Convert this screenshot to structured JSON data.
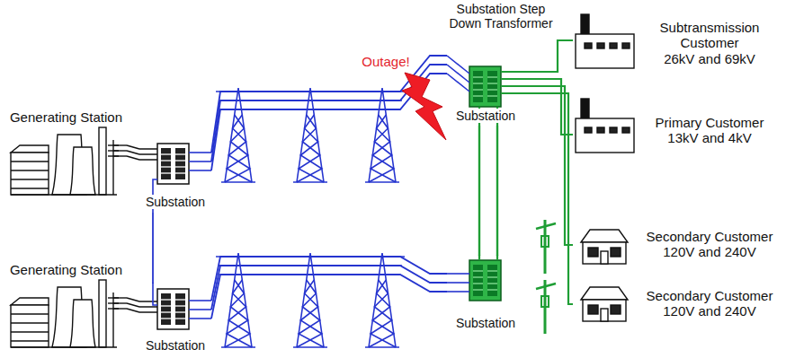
{
  "diagram": {
    "nodes": [
      {
        "text": [
          "Generating Station"
        ]
      },
      {
        "text": [
          "Substation"
        ]
      },
      {
        "text": [
          "Generating Station"
        ]
      },
      {
        "text": [
          "Substation"
        ]
      },
      {
        "text": [
          "Substation Step Down Transformer",
          "Substation"
        ]
      },
      {
        "text": [
          "Substation"
        ]
      },
      {
        "text": [
          "Subtransmission Customer",
          "26kV and 69kV"
        ]
      },
      {
        "text": [
          "Primary Customer",
          "13kV and 4kV"
        ]
      },
      {
        "text": [
          "Secondary Customer",
          "120V and 240V"
        ]
      },
      {
        "text": [
          "Secondary Customer",
          "120V and 240V"
        ]
      }
    ],
    "edges": [
      {
        "from": 0,
        "to": 1,
        "arrow": "none"
      },
      {
        "from": 2,
        "to": 3,
        "arrow": "none"
      },
      {
        "from": 1,
        "to": 4,
        "arrow": "none"
      },
      {
        "from": 3,
        "to": 5,
        "arrow": "none"
      },
      {
        "from": 1,
        "to": 3,
        "arrow": "none"
      },
      {
        "from": 4,
        "to": 5,
        "arrow": "none"
      },
      {
        "from": 4,
        "to": 6,
        "arrow": "none"
      },
      {
        "from": 4,
        "to": 7,
        "arrow": "none"
      },
      {
        "from": 4,
        "to": 8,
        "arrow": "none"
      },
      {
        "from": 4,
        "to": 9,
        "arrow": "none"
      }
    ],
    "labels": [
      "Outage!"
    ]
  }
}
